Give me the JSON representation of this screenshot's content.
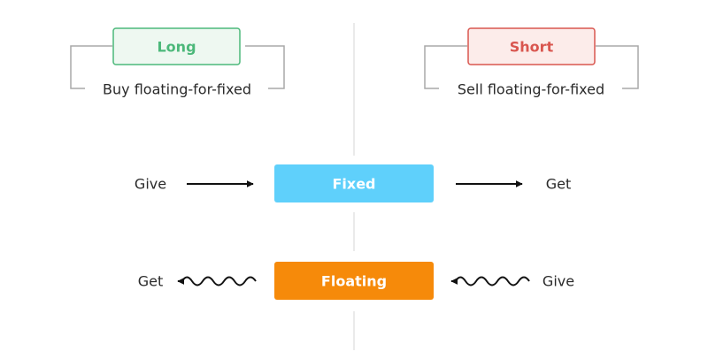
{
  "long": {
    "tag": "Long",
    "caption": "Buy floating-for-fixed",
    "color": "#4cb87a",
    "fill": "#eef8f1"
  },
  "short": {
    "tag": "Short",
    "caption": "Sell floating-for-fixed",
    "color": "#d9564f",
    "fill": "#fcecea"
  },
  "fixed_row": {
    "box_label": "Fixed",
    "box_color": "#5fd0fb",
    "left_label": "Give",
    "right_label": "Get",
    "arrow_style": "straight"
  },
  "floating_row": {
    "box_label": "Floating",
    "box_color": "#f68a0a",
    "left_label": "Get",
    "right_label": "Give",
    "arrow_style": "wavy"
  },
  "colors": {
    "divider": "#e3e3e3",
    "bracket": "#a9a9a9",
    "arrow": "#111111",
    "text": "#2a2a2a"
  }
}
